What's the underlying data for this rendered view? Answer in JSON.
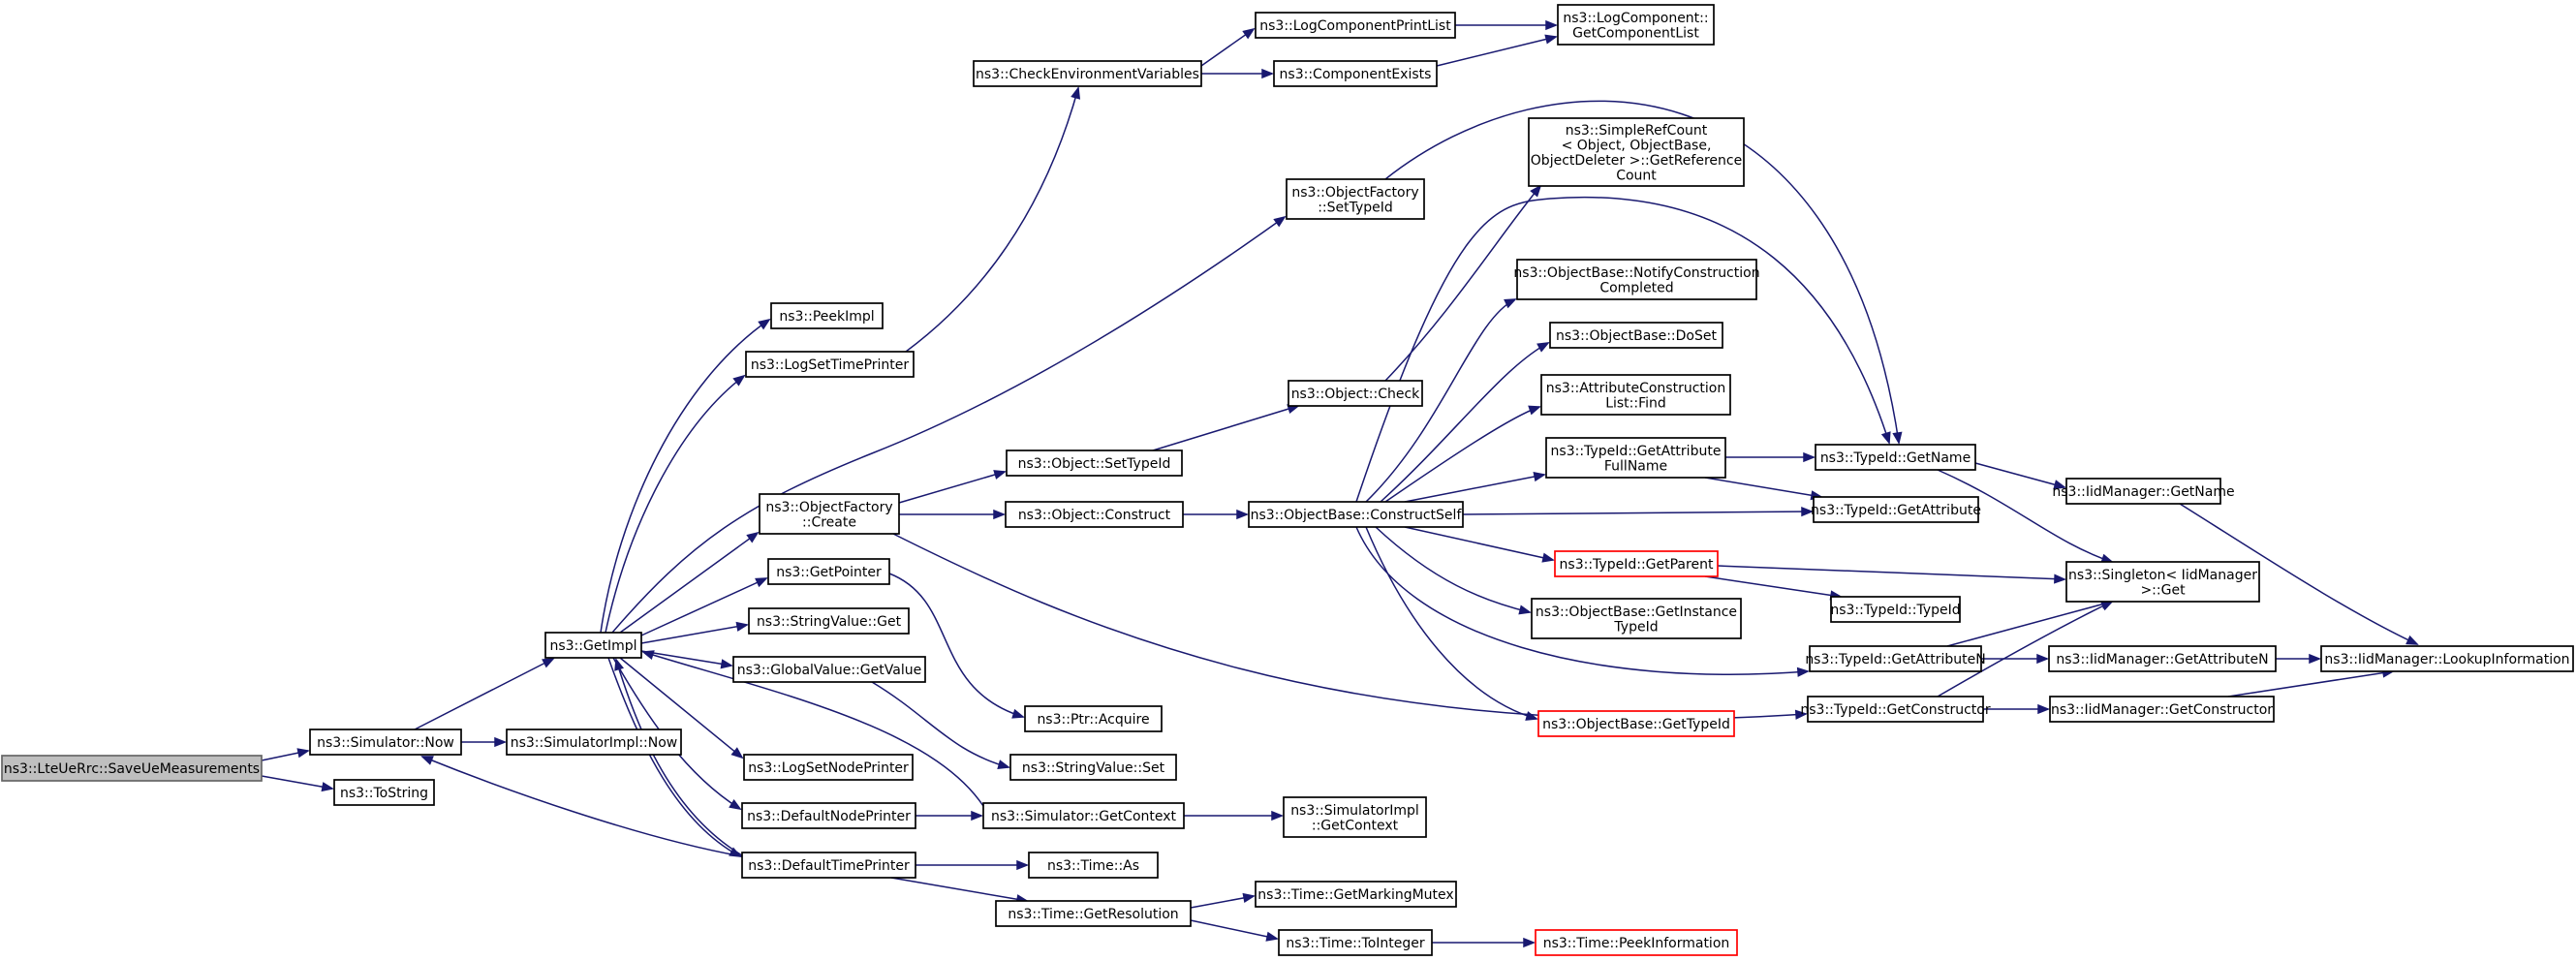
{
  "graph": {
    "edge_color": "#191970",
    "root_fill": "#bfbfbf",
    "truncated_border": "#ff0000",
    "nodes": [
      {
        "id": "root",
        "lines": [
          "ns3::LteUeRrc::SaveUeMeasurements"
        ],
        "kind": "root"
      },
      {
        "id": "sim_now",
        "lines": [
          "ns3::Simulator::Now"
        ]
      },
      {
        "id": "tostring",
        "lines": [
          "ns3::ToString"
        ]
      },
      {
        "id": "getimpl",
        "lines": [
          "ns3::GetImpl"
        ]
      },
      {
        "id": "simimpl_now",
        "lines": [
          "ns3::SimulatorImpl::Now"
        ]
      },
      {
        "id": "peekimpl",
        "lines": [
          "ns3::PeekImpl"
        ]
      },
      {
        "id": "logsettime",
        "lines": [
          "ns3::LogSetTimePrinter"
        ]
      },
      {
        "id": "objfact_create",
        "lines": [
          "ns3::ObjectFactory",
          "::Create"
        ]
      },
      {
        "id": "getpointer",
        "lines": [
          "ns3::GetPointer"
        ]
      },
      {
        "id": "stringvalue_get",
        "lines": [
          "ns3::StringValue::Get"
        ]
      },
      {
        "id": "globalvalue_getvalue",
        "lines": [
          "ns3::GlobalValue::GetValue"
        ]
      },
      {
        "id": "logsetnode",
        "lines": [
          "ns3::LogSetNodePrinter"
        ]
      },
      {
        "id": "defaultnode",
        "lines": [
          "ns3::DefaultNodePrinter"
        ]
      },
      {
        "id": "defaulttime",
        "lines": [
          "ns3::DefaultTimePrinter"
        ]
      },
      {
        "id": "checkenv",
        "lines": [
          "ns3::CheckEnvironmentVariables"
        ]
      },
      {
        "id": "objfact_settypeid",
        "lines": [
          "ns3::ObjectFactory",
          "::SetTypeId"
        ]
      },
      {
        "id": "object_settypeid",
        "lines": [
          "ns3::Object::SetTypeId"
        ]
      },
      {
        "id": "object_construct",
        "lines": [
          "ns3::Object::Construct"
        ]
      },
      {
        "id": "ptr_acquire",
        "lines": [
          "ns3::Ptr::Acquire"
        ]
      },
      {
        "id": "stringvalue_set",
        "lines": [
          "ns3::StringValue::Set"
        ]
      },
      {
        "id": "sim_getcontext",
        "lines": [
          "ns3::Simulator::GetContext"
        ]
      },
      {
        "id": "time_as",
        "lines": [
          "ns3::Time::As"
        ]
      },
      {
        "id": "time_getres",
        "lines": [
          "ns3::Time::GetResolution"
        ]
      },
      {
        "id": "logcompprintlist",
        "lines": [
          "ns3::LogComponentPrintList"
        ]
      },
      {
        "id": "compexists",
        "lines": [
          "ns3::ComponentExists"
        ]
      },
      {
        "id": "object_check",
        "lines": [
          "ns3::Object::Check"
        ]
      },
      {
        "id": "objbase_constructself",
        "lines": [
          "ns3::ObjectBase::ConstructSelf"
        ]
      },
      {
        "id": "simimpl_getcontext",
        "lines": [
          "ns3::SimulatorImpl",
          "::GetContext"
        ]
      },
      {
        "id": "time_getmarkingmutex",
        "lines": [
          "ns3::Time::GetMarkingMutex"
        ]
      },
      {
        "id": "time_tointeger",
        "lines": [
          "ns3::Time::ToInteger"
        ]
      },
      {
        "id": "logcomp_getcomplist",
        "lines": [
          "ns3::LogComponent::",
          "GetComponentList"
        ]
      },
      {
        "id": "simplerefcount",
        "lines": [
          "ns3::SimpleRefCount",
          "< Object, ObjectBase,",
          "ObjectDeleter >::GetReference",
          "Count"
        ]
      },
      {
        "id": "objbase_notify",
        "lines": [
          "ns3::ObjectBase::NotifyConstruction",
          "Completed"
        ]
      },
      {
        "id": "objbase_doset",
        "lines": [
          "ns3::ObjectBase::DoSet"
        ]
      },
      {
        "id": "attrconst_find",
        "lines": [
          "ns3::AttributeConstruction",
          "List::Find"
        ]
      },
      {
        "id": "typeid_getattrfullname",
        "lines": [
          "ns3::TypeId::GetAttribute",
          "FullName"
        ]
      },
      {
        "id": "typeid_getparent",
        "lines": [
          "ns3::TypeId::GetParent"
        ],
        "kind": "truncated"
      },
      {
        "id": "objbase_getinstancetypeid",
        "lines": [
          "ns3::ObjectBase::GetInstance",
          "TypeId"
        ]
      },
      {
        "id": "objbase_gettypeid",
        "lines": [
          "ns3::ObjectBase::GetTypeId"
        ],
        "kind": "truncated"
      },
      {
        "id": "time_peekinfo",
        "lines": [
          "ns3::Time::PeekInformation"
        ],
        "kind": "truncated"
      },
      {
        "id": "typeid_getname",
        "lines": [
          "ns3::TypeId::GetName"
        ]
      },
      {
        "id": "typeid_getattribute",
        "lines": [
          "ns3::TypeId::GetAttribute"
        ]
      },
      {
        "id": "typeid_typeid",
        "lines": [
          "ns3::TypeId::TypeId"
        ]
      },
      {
        "id": "typeid_getattributen",
        "lines": [
          "ns3::TypeId::GetAttributeN"
        ]
      },
      {
        "id": "typeid_getconstructor",
        "lines": [
          "ns3::TypeId::GetConstructor"
        ]
      },
      {
        "id": "iidmgr_getname",
        "lines": [
          "ns3::IidManager::GetName"
        ]
      },
      {
        "id": "singleton_get",
        "lines": [
          "ns3::Singleton< IidManager",
          ">::Get"
        ]
      },
      {
        "id": "iidmgr_getattributen",
        "lines": [
          "ns3::IidManager::GetAttributeN"
        ]
      },
      {
        "id": "iidmgr_getconstructor",
        "lines": [
          "ns3::IidManager::GetConstructor"
        ]
      },
      {
        "id": "iidmgr_lookupinfo",
        "lines": [
          "ns3::IidManager::LookupInformation"
        ]
      }
    ]
  }
}
